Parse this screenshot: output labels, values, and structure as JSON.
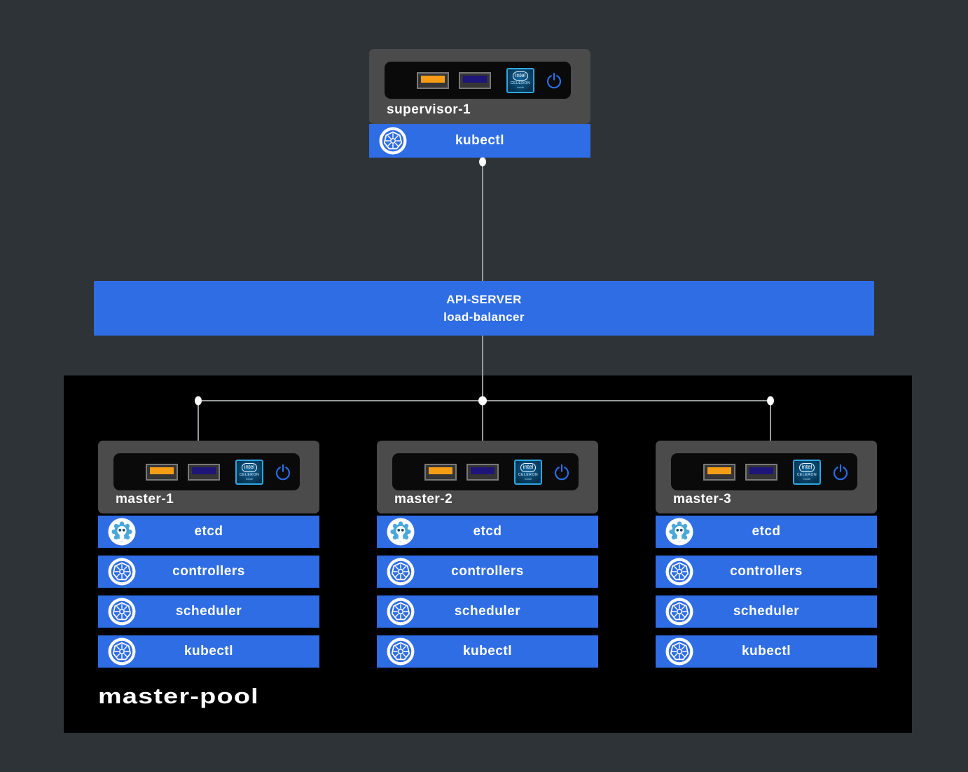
{
  "colors": {
    "background": "#2e3337",
    "accent_blue": "#2f6de4",
    "pool_black": "#000000",
    "node_gray": "#4b4b4b",
    "hardware_black": "#0a0a0a",
    "usb_orange": "#f79d15",
    "usb_navy": "#1d1578",
    "intel_border_blue": "#2fa8e0",
    "power_blue": "#2a6fe8",
    "etcd_blue": "#49a8db",
    "connector_gray": "#999c9e",
    "dot_white": "#ffffff"
  },
  "hardware": {
    "chip_brand": "intel",
    "chip_model": "CELERON",
    "chip_tagline": "inside",
    "usb_ports": [
      "usb-port-orange",
      "usb-port-navy"
    ],
    "power_icon": "power-icon"
  },
  "supervisor": {
    "name": "supervisor-1",
    "services": [
      {
        "label": "kubectl",
        "icon": "kubernetes-icon"
      }
    ]
  },
  "load_balancer": {
    "title": "API-SERVER",
    "subtitle": "load-balancer"
  },
  "master_pool": {
    "label": "master-pool",
    "nodes": [
      {
        "name": "master-1",
        "services": [
          {
            "label": "etcd",
            "icon": "etcd-icon"
          },
          {
            "label": "controllers",
            "icon": "kubernetes-icon"
          },
          {
            "label": "scheduler",
            "icon": "kubernetes-icon"
          },
          {
            "label": "kubectl",
            "icon": "kubernetes-icon"
          }
        ]
      },
      {
        "name": "master-2",
        "services": [
          {
            "label": "etcd",
            "icon": "etcd-icon"
          },
          {
            "label": "controllers",
            "icon": "kubernetes-icon"
          },
          {
            "label": "scheduler",
            "icon": "kubernetes-icon"
          },
          {
            "label": "kubectl",
            "icon": "kubernetes-icon"
          }
        ]
      },
      {
        "name": "master-3",
        "services": [
          {
            "label": "etcd",
            "icon": "etcd-icon"
          },
          {
            "label": "controllers",
            "icon": "kubernetes-icon"
          },
          {
            "label": "scheduler",
            "icon": "kubernetes-icon"
          },
          {
            "label": "kubectl",
            "icon": "kubernetes-icon"
          }
        ]
      }
    ]
  }
}
